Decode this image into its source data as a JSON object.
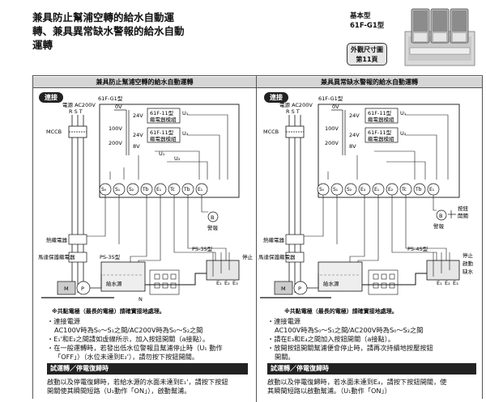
{
  "header": {
    "title_lines": [
      "兼具防止幫浦空轉的給水自動運",
      "轉、兼具異常缺水警報的給水自動",
      "運轉"
    ],
    "model_lines": [
      "基本型",
      "61F-G1型"
    ],
    "ref_lines": [
      "外觀尺寸圖",
      "第11頁"
    ]
  },
  "left": {
    "heading": "兼具防止幫浦空轉的給水自動運轉",
    "wiring_label": "連接",
    "labels": {
      "power": "電源 AC200V",
      "rst": "R S T",
      "model": "61F-G1型",
      "mccb": "MCCB",
      "relay1": [
        "61F-11型",
        "繼電器模組"
      ],
      "relay2": [
        "61F-11型",
        "繼電器模組"
      ],
      "v0": "0V",
      "v100": "100V",
      "v200": "200V",
      "v24a": "24V",
      "v24b": "24V",
      "v8": "8V",
      "u1": "U₁",
      "u2": "U₂",
      "u1b": "U₁",
      "u2b": "U₂",
      "terminals": [
        "S₀",
        "S₁",
        "S₂",
        "Tb",
        "E₁",
        "Tc",
        "Tb",
        "E₁"
      ],
      "b": "B",
      "alarm": "警報",
      "breaker": "熱繼電器",
      "mc": "馬達保護繼電器",
      "ps3s": "PS-3S型",
      "ps3s_b": "PS-3S型",
      "tank": "給水源",
      "stop": "停止",
      "m": "M",
      "p": "P",
      "e1": "E₁",
      "e2": "E₂",
      "e3": "E₃",
      "n": "N"
    },
    "note": "※共點電極（最長的電極）請確實接地處理。",
    "steps": [
      "・連接電源",
      "AC100V時為S₀～S₁之間/AC200V時為S₀～S₂之間",
      "・E₁'和E₂之間請如虛線所示，加入按鈕開關（a接點）。",
      "・在一般運轉時，若發出低水位警報且幫浦停止時（U₁ 動作",
      "「OFF」）（水位未達到E₂'），請勿按下按鈕開關。"
    ],
    "section_label": "試運轉／停電復歸時",
    "section_lines": [
      "啟動以及停電復歸時，若給水源的水面未達到E₁'，請按下按鈕",
      "開關使其瞬間短路（U₁動作「ON」），啟動幫浦。"
    ]
  },
  "right": {
    "heading": "兼具異常缺水警報的給水自動運轉",
    "wiring_label": "連接",
    "labels": {
      "power": "電源 AC200V",
      "rst": "R S T",
      "model": "61F-G1型",
      "mccb": "MCCB",
      "relay1": [
        "61F-11型",
        "繼電器模組"
      ],
      "relay2": [
        "61F-11型",
        "繼電器模組"
      ],
      "v0": "0V",
      "v100": "100V",
      "v200": "200V",
      "v24a": "24V",
      "v24b": "24V",
      "v8": "8V",
      "u1": "U₁",
      "u2": "U₂",
      "terminals": [
        "S₀",
        "S₁",
        "S₂",
        "E₃",
        "E₁",
        "E₂",
        "Tc",
        "Tb",
        "E₁"
      ],
      "b": "B",
      "alarm": "警報",
      "pushbutton": [
        "按鈕",
        "開關"
      ],
      "breaker": "熱繼電器",
      "mc": "馬達保護繼電器",
      "ps4s": "PS-4S型",
      "tank": "給水源",
      "stop": "停止",
      "start": "啟動",
      "abnormal": "缺水",
      "m": "M",
      "p": "P",
      "e1": "E₁",
      "e2": "E₂",
      "e3": "E₃"
    },
    "note": "※共點電極（最長的電極）請確實接地處理。",
    "steps": [
      "・連接電源",
      "AC100V時為S₀～S₁之間/AC200V時為S₀～S₂之間",
      "・請在E₃和E₄之間加入按鈕開關（a接點）。",
      "・放開按鈕開關幫浦便會停止時，請再次持續地按壓按鈕",
      "開關。"
    ],
    "section_label": "試運轉／停電復歸時",
    "section_lines": [
      "啟動以及停電復歸時，若水面未達到E₄，請按下按鈕開關，使",
      "其瞬間短路以啟動幫浦。（U₁動作「ON」）"
    ]
  }
}
